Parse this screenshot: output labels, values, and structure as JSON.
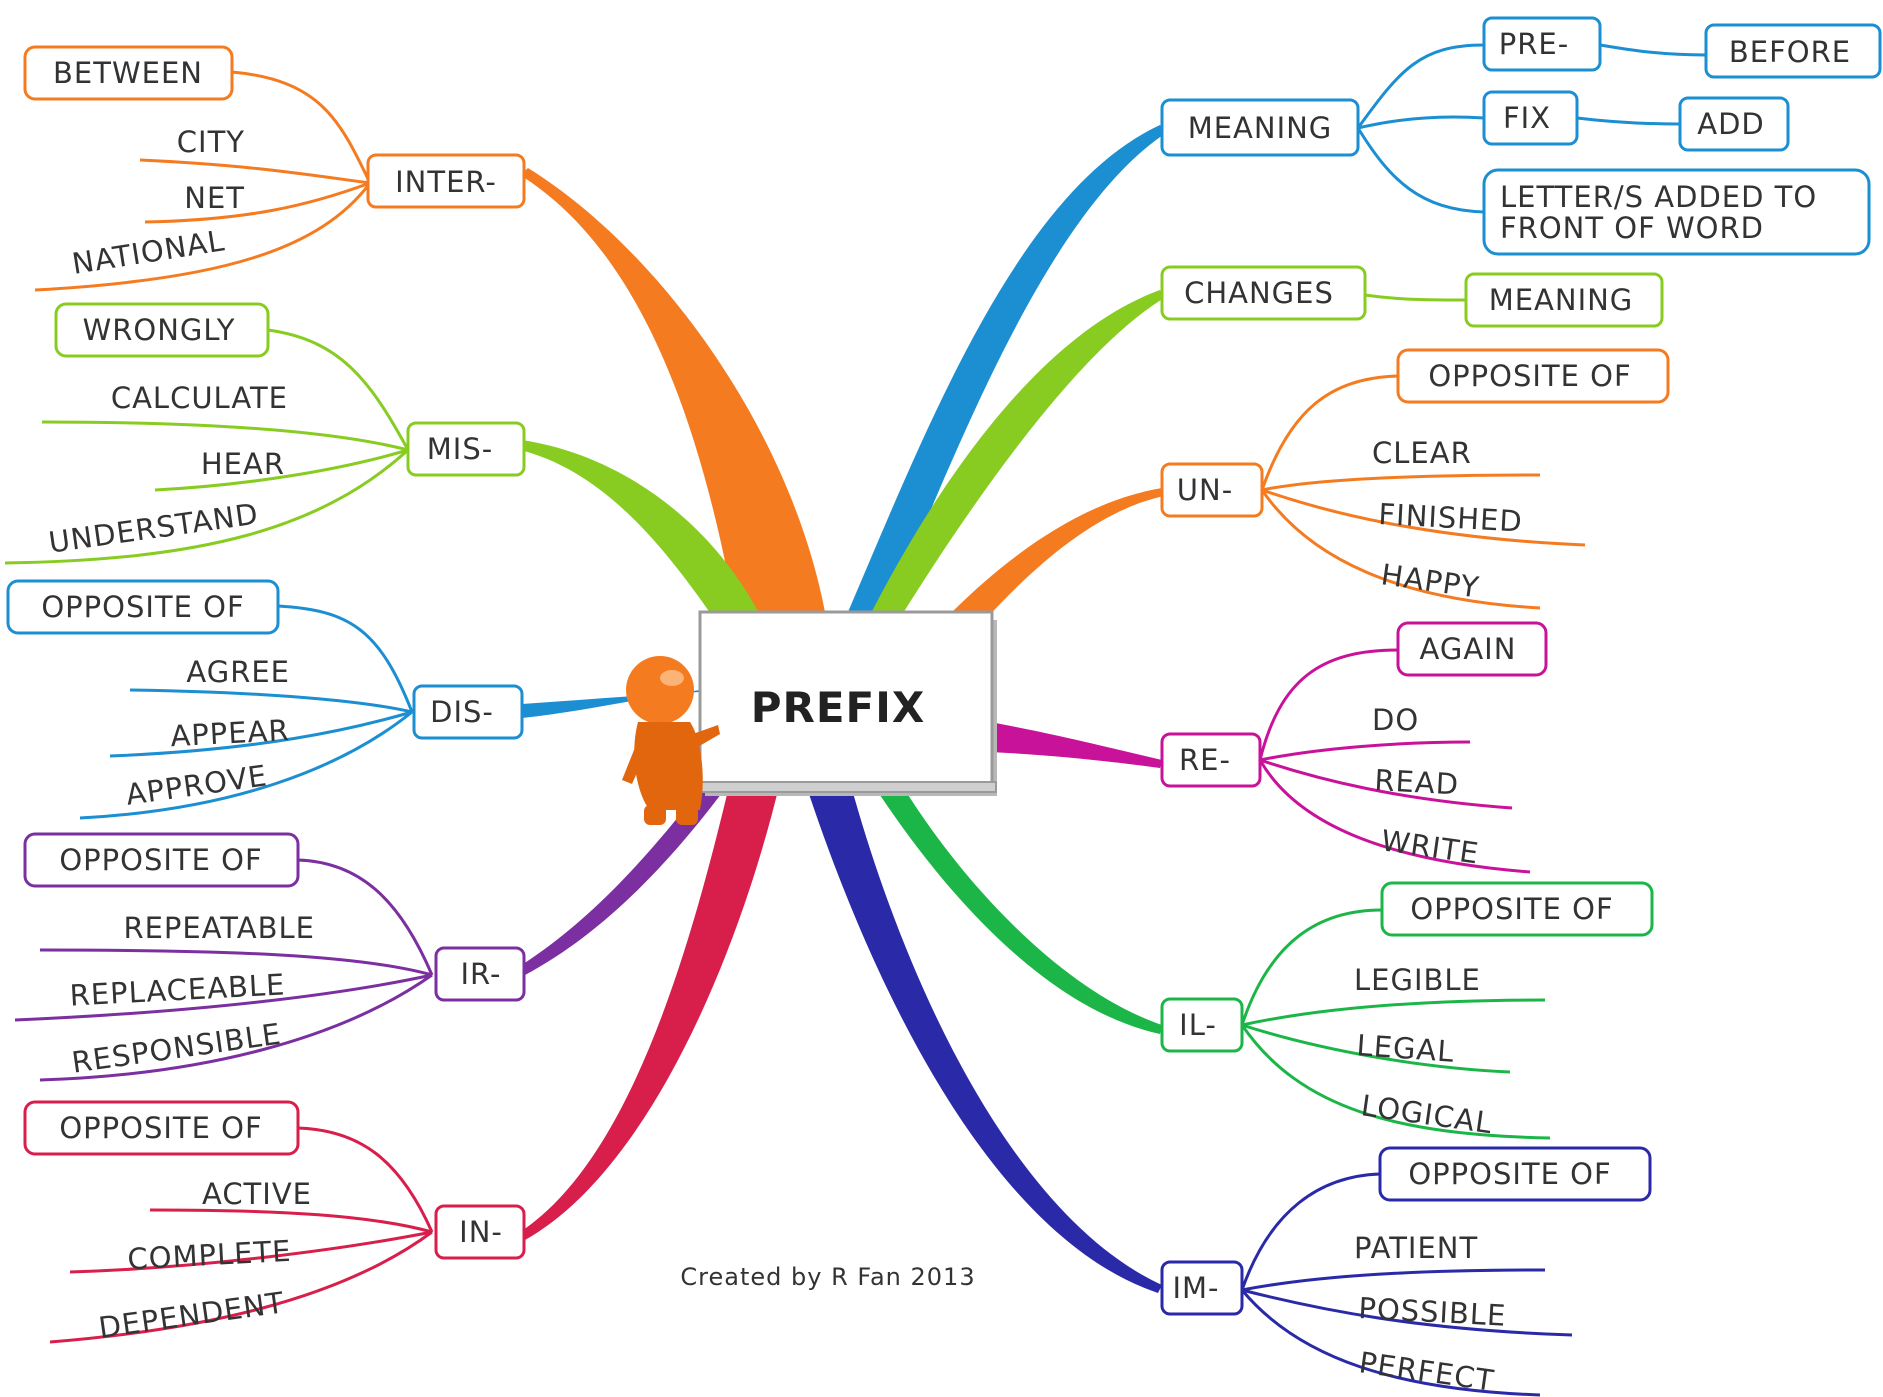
{
  "hub": {
    "title": "PREFIX"
  },
  "credit": "Created by R Fan 2013",
  "colors": {
    "orange": "#f47b20",
    "lime": "#88cc22",
    "blue": "#1b8fd2",
    "purple": "#7b2fa0",
    "crimson": "#d81e4a",
    "magenta": "#c8129a",
    "green": "#1cb648",
    "navy": "#2a2aa8"
  },
  "branches": {
    "inter": {
      "label": "INTER-",
      "color": "orange",
      "leaves": [
        "BETWEEN",
        "CITY",
        "NET",
        "NATIONAL"
      ]
    },
    "mis": {
      "label": "MIS-",
      "color": "lime",
      "leaves": [
        "WRONGLY",
        "CALCULATE",
        "HEAR",
        "UNDERSTAND"
      ]
    },
    "dis": {
      "label": "DIS-",
      "color": "blue",
      "leaves": [
        "OPPOSITE OF",
        "AGREE",
        "APPEAR",
        "APPROVE"
      ]
    },
    "ir": {
      "label": "IR-",
      "color": "purple",
      "leaves": [
        "OPPOSITE OF",
        "REPEATABLE",
        "REPLACEABLE",
        "RESPONSIBLE"
      ]
    },
    "in": {
      "label": "IN-",
      "color": "crimson",
      "leaves": [
        "OPPOSITE OF",
        "ACTIVE",
        "COMPLETE",
        "DEPENDENT"
      ]
    },
    "meaning": {
      "label": "MEANING",
      "color": "blue",
      "pre": {
        "label": "PRE-",
        "child": "BEFORE"
      },
      "fix": {
        "label": "FIX",
        "child": "ADD"
      },
      "definition": [
        "LETTER/S ADDED TO",
        "FRONT OF WORD"
      ]
    },
    "changes": {
      "label": "CHANGES",
      "color": "lime",
      "child": "MEANING"
    },
    "un": {
      "label": "UN-",
      "color": "orange",
      "leaves": [
        "OPPOSITE OF",
        "CLEAR",
        "FINISHED",
        "HAPPY"
      ]
    },
    "re": {
      "label": "RE-",
      "color": "magenta",
      "leaves": [
        "AGAIN",
        "DO",
        "READ",
        "WRITE"
      ]
    },
    "il": {
      "label": "IL-",
      "color": "green",
      "leaves": [
        "OPPOSITE OF",
        "LEGIBLE",
        "LEGAL",
        "LOGICAL"
      ]
    },
    "im": {
      "label": "IM-",
      "color": "navy",
      "leaves": [
        "OPPOSITE OF",
        "PATIENT",
        "POSSIBLE",
        "PERFECT"
      ]
    }
  }
}
